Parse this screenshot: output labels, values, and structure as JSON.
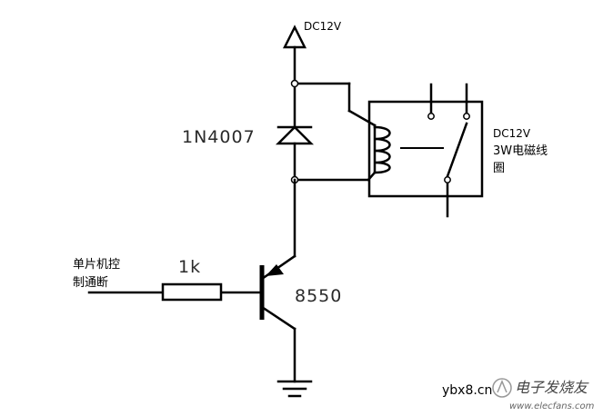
{
  "supply": {
    "label": "DC12V"
  },
  "diode": {
    "label": "1N4007"
  },
  "relay": {
    "label_line1": "DC12V",
    "label_line2": "3W电磁线",
    "label_line3": "圈"
  },
  "resistor": {
    "label": "1k"
  },
  "transistor": {
    "label": "8550"
  },
  "input": {
    "label_line1": "单片机控",
    "label_line2": "制通断"
  },
  "watermark": {
    "site": "ybx8.cn",
    "brand_cn": "电子发烧友",
    "brand_url": "www.elecfans.com"
  }
}
